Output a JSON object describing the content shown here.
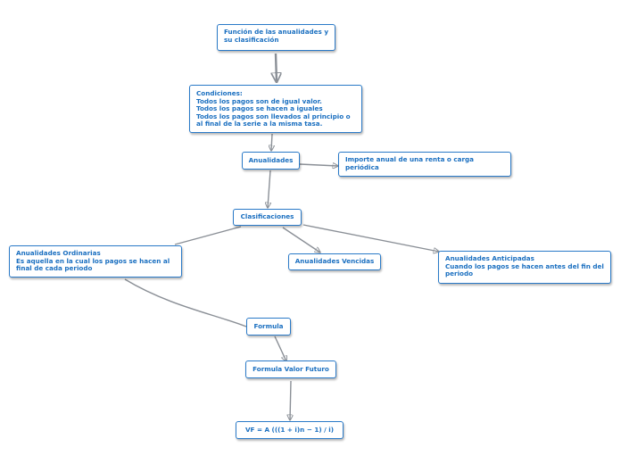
{
  "colors": {
    "node_border": "#2a7ac8",
    "node_text": "#1a6fc0",
    "connector": "#8a8f96",
    "background": "#ffffff"
  },
  "nodes": {
    "root": {
      "lines": [
        "Función de las anualidades y",
        "su clasificación"
      ]
    },
    "condiciones": {
      "lines": [
        "Condiciones:",
        "Todos los pagos son de igual valor.",
        "Todos los pagos se hacen a iguales",
        "Todos los pagos son llevados al principio o",
        "al final de la serie a la misma tasa."
      ]
    },
    "anualidades": {
      "label": "Anualidades"
    },
    "importe": {
      "lines": [
        "Importe anual de una renta o carga",
        "periódica"
      ]
    },
    "clasificaciones": {
      "label": "Clasificaciones"
    },
    "ordinarias": {
      "lines": [
        "Anualidades Ordinarias",
        "Es aquella en la cual los pagos se hacen al",
        "final de cada periodo"
      ]
    },
    "vencidas": {
      "label": "Anualidades Vencidas"
    },
    "anticipadas": {
      "lines": [
        "Anualidades Anticipadas",
        "Cuando los pagos se hacen antes del fin del",
        "periodo"
      ]
    },
    "formula": {
      "label": "Formula"
    },
    "valor_futuro": {
      "label": "Formula Valor Futuro"
    },
    "vf": {
      "label": "VF = A (((1 + i)n − 1) / i)"
    }
  }
}
